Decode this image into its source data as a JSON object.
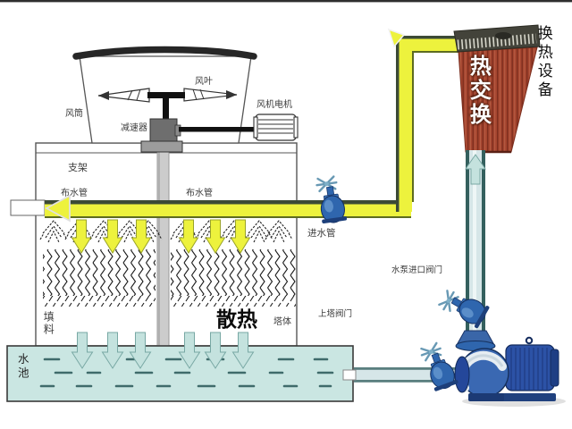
{
  "labels": {
    "fan_blade": "风叶",
    "fan_duct": "风筒",
    "reducer": "减速器",
    "fan_motor": "风机电机",
    "bracket": "支架",
    "water_pipe_left": "布水管",
    "water_pipe_right": "布水管",
    "inlet_pipe": "进水管",
    "pump_inlet_valve": "水泵进口阀门",
    "up_tower_valve": "上塔阀门",
    "tower_body": "塔体",
    "heat_dissipation": "散热",
    "fill_material": "填料",
    "water_pool": "水池",
    "heat_exchange": "热交换",
    "heat_exchange_equipment": "换热设备"
  },
  "colors": {
    "pipe_yellow": "#edf23d",
    "pipe_yellow_edge": "#3c4a36",
    "water_pipe_fill": "#d6e6e8",
    "water_pipe_edge": "#34605e",
    "pool_fill": "#cae6e2",
    "arrow_teal": "#c4e2de",
    "exchanger_red": "#a5452f",
    "equipment_blue": "#2f66ae",
    "motor_blue": "#2c52a6",
    "line_dark": "#3a3a3a"
  }
}
